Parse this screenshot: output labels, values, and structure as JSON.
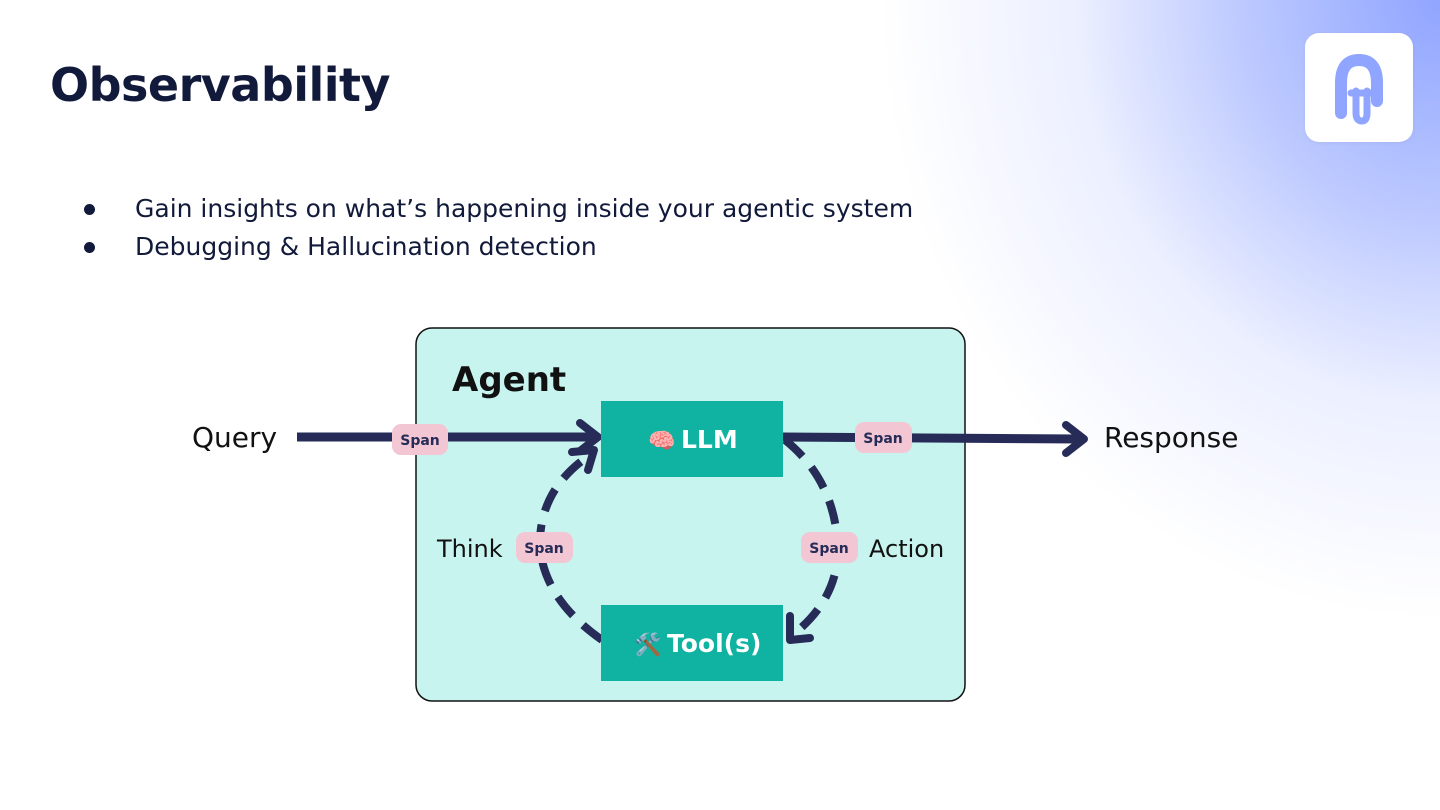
{
  "slide": {
    "title": "Observability",
    "bullets": [
      "Gain insights on what’s happening inside your agentic system",
      "Debugging & Hallucination detection"
    ]
  },
  "logo": {
    "icon": "hugging-face-agents-logo-icon"
  },
  "diagram": {
    "container_label": "Agent",
    "input_label": "Query",
    "output_label": "Response",
    "llm_node": {
      "icon": "brain-icon",
      "emoji": "🧠",
      "label": "LLM"
    },
    "tool_node": {
      "icon": "hammer-wrench-icon",
      "emoji": "🛠️",
      "label": "Tool(s)"
    },
    "think_label": "Think",
    "action_label": "Action",
    "span_label": "Span"
  },
  "colors": {
    "title_text": "#111a3a",
    "agent_box_fill": "#c8f4ef",
    "node_fill": "#10b3a2",
    "arrow": "#262c57",
    "span_badge_fill": "#f3c6d3",
    "span_badge_text": "#262c57",
    "logo_accent": "#8fa5ff"
  }
}
